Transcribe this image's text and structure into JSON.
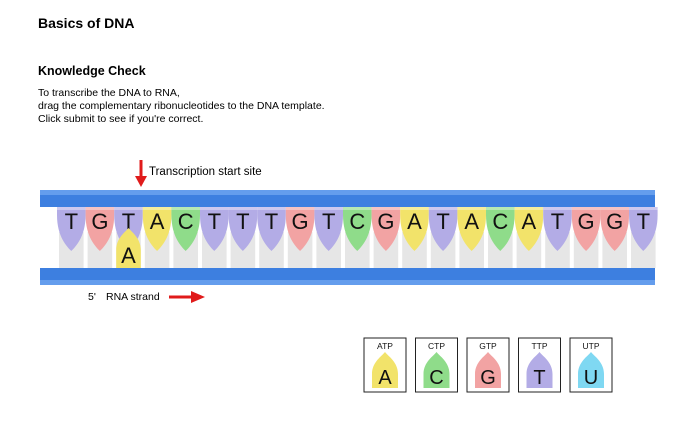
{
  "header": {
    "title": "Basics of DNA"
  },
  "knowledge_check": {
    "title": "Knowledge Check",
    "lines": [
      "To transcribe the DNA to RNA,",
      "drag the complementary ribonucleotides to the DNA template.",
      "Click submit to see if you're correct."
    ]
  },
  "template": {
    "start_site_label": "Transcription start site",
    "bases": [
      "T",
      "G",
      "T",
      "A",
      "C",
      "T",
      "T",
      "T",
      "G",
      "T",
      "C",
      "G",
      "A",
      "T",
      "A",
      "C",
      "A",
      "T",
      "G",
      "G",
      "T"
    ],
    "placed": [
      {
        "index": 2,
        "base": "A"
      }
    ]
  },
  "rna": {
    "end_label": "5'",
    "label": "RNA strand"
  },
  "palette": [
    {
      "code": "ATP",
      "base": "A"
    },
    {
      "code": "CTP",
      "base": "C"
    },
    {
      "code": "GTP",
      "base": "G"
    },
    {
      "code": "TTP",
      "base": "T"
    },
    {
      "code": "UTP",
      "base": "U"
    }
  ],
  "colors": {
    "backbone": "#3d7fe0",
    "arrow": "#e01b1b",
    "A": "#f2e36a",
    "C": "#8fdc8a",
    "G": "#f2a3a3",
    "T": "#b3ace6",
    "U": "#7fd8f2"
  }
}
